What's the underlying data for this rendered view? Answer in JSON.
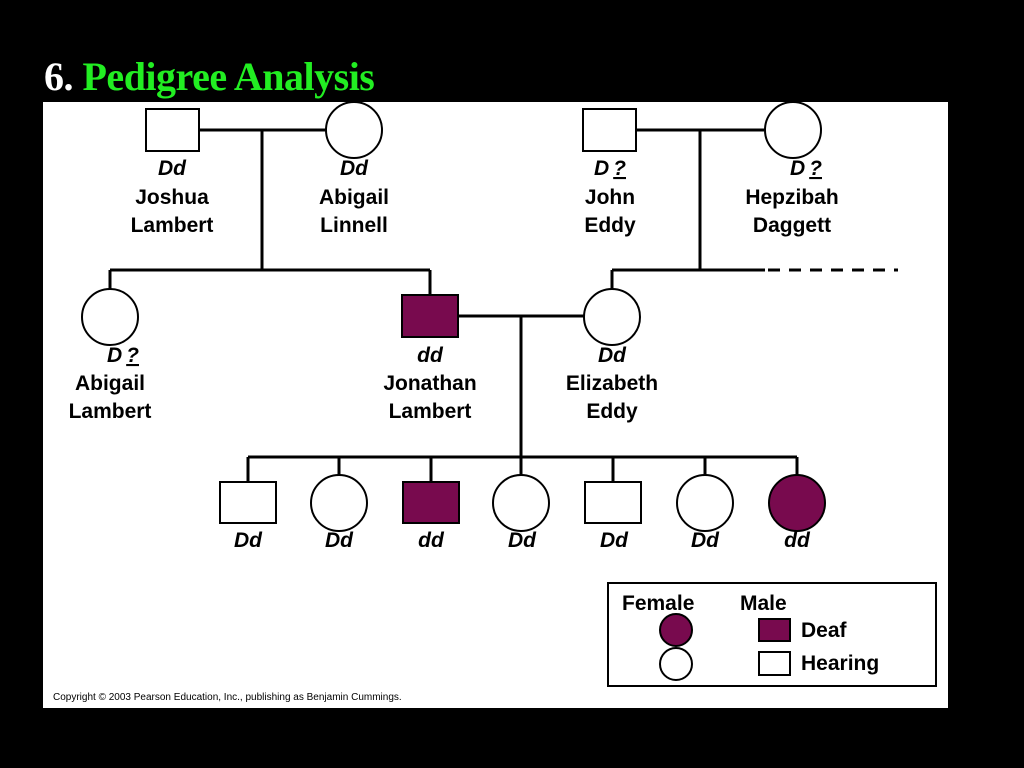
{
  "title": {
    "number": "6.",
    "text": "Pedigree Analysis"
  },
  "colors": {
    "affected": "#780a4e",
    "unaffected": "#ffffff",
    "line": "#000000",
    "title_green": "#22ee22"
  },
  "generation1": [
    {
      "sex": "male",
      "affected": false,
      "genotype": "Dd",
      "first": "Joshua",
      "last": "Lambert"
    },
    {
      "sex": "female",
      "affected": false,
      "genotype": "Dd",
      "first": "Abigail",
      "last": "Linnell"
    },
    {
      "sex": "male",
      "affected": false,
      "genotype": "D",
      "genotype_unknown": "?",
      "first": "John",
      "last": "Eddy"
    },
    {
      "sex": "female",
      "affected": false,
      "genotype": "D",
      "genotype_unknown": "?",
      "first": "Hepzibah",
      "last": "Daggett"
    }
  ],
  "generation2": [
    {
      "sex": "female",
      "affected": false,
      "genotype": "D",
      "genotype_unknown": "?",
      "first": "Abigail",
      "last": "Lambert"
    },
    {
      "sex": "male",
      "affected": true,
      "genotype": "dd",
      "first": "Jonathan",
      "last": "Lambert"
    },
    {
      "sex": "female",
      "affected": false,
      "genotype": "Dd",
      "first": "Elizabeth",
      "last": "Eddy"
    }
  ],
  "generation3": [
    {
      "sex": "male",
      "affected": false,
      "genotype": "Dd"
    },
    {
      "sex": "female",
      "affected": false,
      "genotype": "Dd"
    },
    {
      "sex": "male",
      "affected": true,
      "genotype": "dd"
    },
    {
      "sex": "female",
      "affected": false,
      "genotype": "Dd"
    },
    {
      "sex": "male",
      "affected": false,
      "genotype": "Dd"
    },
    {
      "sex": "female",
      "affected": false,
      "genotype": "Dd"
    },
    {
      "sex": "female",
      "affected": true,
      "genotype": "dd"
    }
  ],
  "legend": {
    "female": "Female",
    "male": "Male",
    "deaf": "Deaf",
    "hearing": "Hearing"
  },
  "copyright": "Copyright © 2003 Pearson Education, Inc., publishing as Benjamin Cummings."
}
